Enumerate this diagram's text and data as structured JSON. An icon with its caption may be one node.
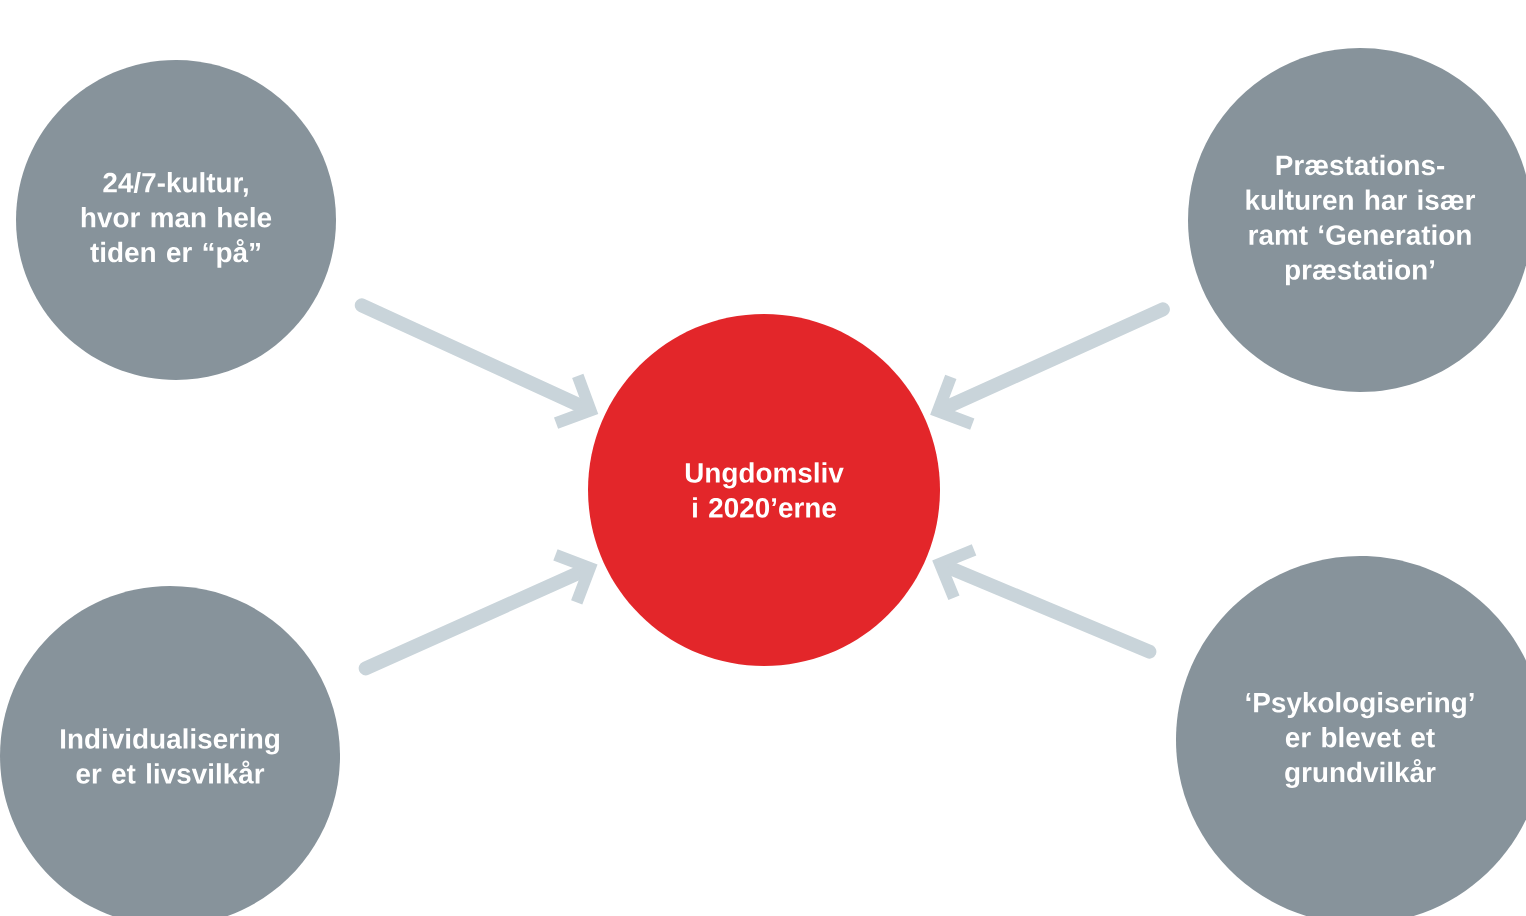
{
  "diagram": {
    "nodes": [
      {
        "text": [
          "24/7-kultur, hvor man hele tiden er “på”"
        ]
      },
      {
        "text": [
          "Præstations- kulturen har især ramt ‘Generation præstation’"
        ]
      },
      {
        "text": [
          "Ungdomsliv i 2020’erne"
        ]
      },
      {
        "text": [
          "Individualisering er et livsvilkår"
        ]
      },
      {
        "text": [
          "‘Psykologisering’ er blevet et grundvilkår"
        ]
      }
    ],
    "edges": [
      {
        "from": 0,
        "to": 2,
        "arrow": "to"
      },
      {
        "from": 1,
        "to": 2,
        "arrow": "to"
      },
      {
        "from": 3,
        "to": 2,
        "arrow": "to"
      },
      {
        "from": 4,
        "to": 2,
        "arrow": "to"
      }
    ]
  }
}
